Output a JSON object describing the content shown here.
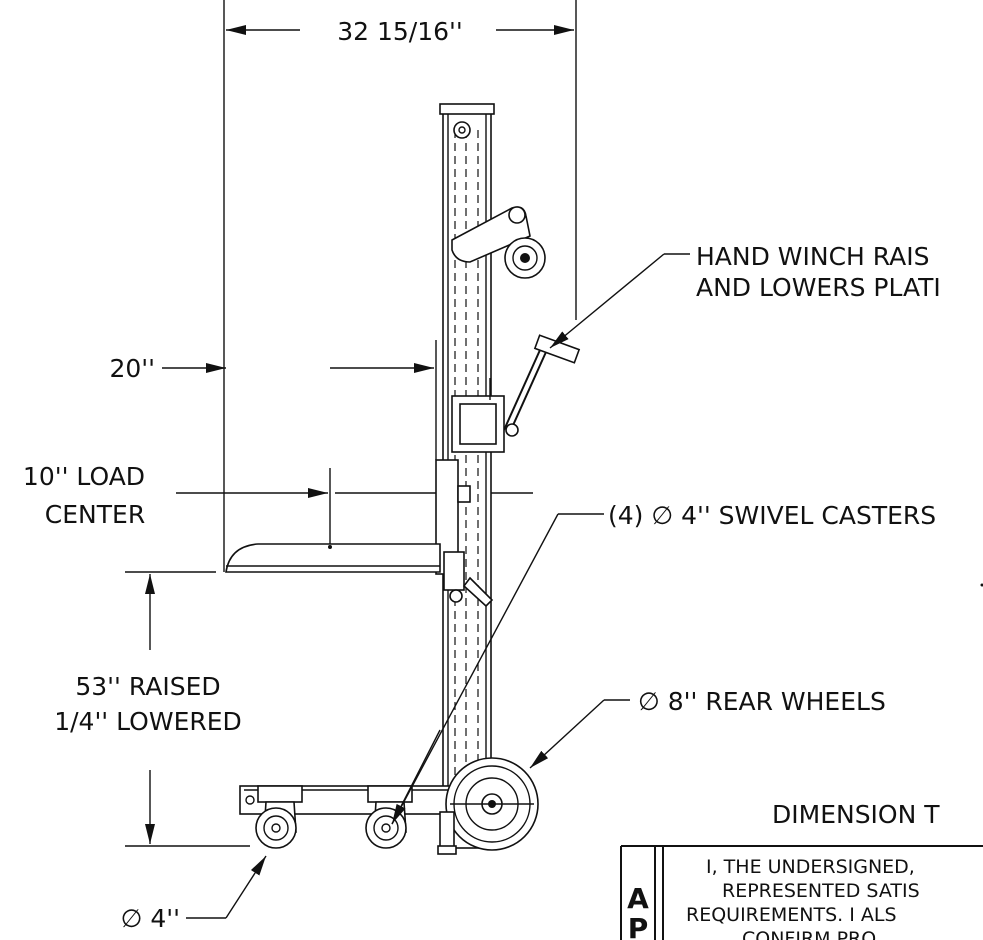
{
  "dimensions": {
    "overall_width": "32 15/16''",
    "platform_depth": "20''",
    "load_center_line1": "10'' LOAD",
    "load_center_line2": "CENTER",
    "lift_height_line1": "53'' RAISED",
    "lift_height_line2": "1/4'' LOWERED",
    "front_caster_dia": "∅ 4''"
  },
  "callouts": {
    "winch_line1": "HAND WINCH RAIS",
    "winch_line2": "AND LOWERS PLATI",
    "casters": "(4)  ∅ 4'' SWIVEL CASTERS",
    "rear_wheels": "∅ 8'' REAR WHEELS"
  },
  "dimension_table": {
    "title": "DIMENSION T",
    "side_letters": [
      "A",
      "P"
    ],
    "cert_lines": [
      "I, THE UNDERSIGNED,",
      "REPRESENTED SATIS",
      "REQUIREMENTS.  I ALS",
      "CONFIRM PRO"
    ]
  }
}
